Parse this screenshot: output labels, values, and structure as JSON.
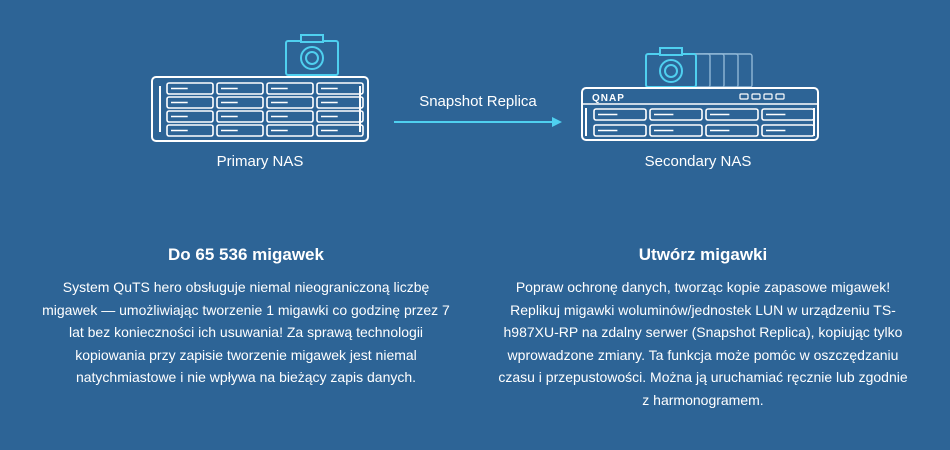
{
  "diagram": {
    "primary_label": "Primary NAS",
    "secondary_label": "Secondary NAS",
    "arrow_label": "Snapshot Replica",
    "brand": "QNAP",
    "colors": {
      "background": "#2d6496",
      "accent": "#4fd0f0",
      "line": "#ffffff"
    }
  },
  "left": {
    "title": "Do 65 536 migawek",
    "body": "System QuTS hero obsługuje niemal nieograniczoną liczbę migawek — umożliwiając tworzenie 1 migawki co godzinę przez 7 lat bez konieczności ich usuwania! Za sprawą technologii kopiowania przy zapisie tworzenie migawek jest niemal natychmiastowe i nie wpływa na bieżący zapis danych."
  },
  "right": {
    "title": "Utwórz migawki",
    "body": "Popraw ochronę danych, tworząc kopie zapasowe migawek! Replikuj migawki woluminów/jednostek LUN w urządzeniu TS-h987XU-RP na zdalny serwer (Snapshot Replica), kopiując tylko wprowadzone zmiany. Ta funkcja może pomóc w oszczędzaniu czasu i przepustowości. Można ją uruchamiać ręcznie lub zgodnie z harmonogramem."
  }
}
